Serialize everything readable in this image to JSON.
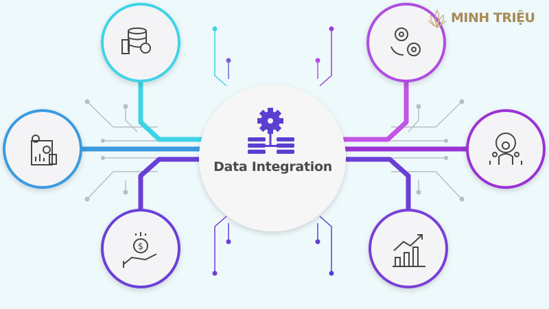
{
  "center": {
    "title": "Data Integration",
    "icon": "gear-network-icon"
  },
  "brand": {
    "name": "MINH TRIỆU",
    "icon": "lotus-icon"
  },
  "nodes": [
    {
      "id": "top-left",
      "icon": "database-gear-icon",
      "color": "#3fd3e6"
    },
    {
      "id": "left",
      "icon": "report-document-icon",
      "color": "#3a9be0"
    },
    {
      "id": "bottom-left",
      "icon": "money-hand-icon",
      "color": "#6a3fd6"
    },
    {
      "id": "top-right",
      "icon": "gears-icon",
      "color": "#b04ee0"
    },
    {
      "id": "right",
      "icon": "team-gear-icon",
      "color": "#9a33d6"
    },
    {
      "id": "bottom-right",
      "icon": "growth-chart-icon",
      "color": "#7a3fd6"
    }
  ],
  "colors": {
    "background": "#eef9fb",
    "accent": "#5b3fd0",
    "brand": "#a88a55"
  }
}
